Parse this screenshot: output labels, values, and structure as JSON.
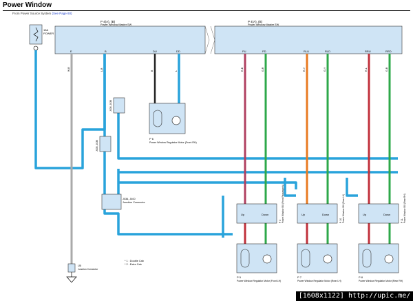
{
  "header": {
    "title": "Power Window",
    "source_note": "From Power Source System",
    "source_link": "(See Page 60)"
  },
  "fuse": {
    "rating": "15A",
    "name": "POWER"
  },
  "master_switch": {
    "left_code": "P 4(A), (B)",
    "left_name": "Power Window Master SW",
    "right_code": "P 4(A), (B)",
    "right_name": "Power Window Master SW",
    "pins": [
      "E",
      "B",
      "DU",
      "DD",
      "PU",
      "PD",
      "RLU",
      "RLD",
      "RRU",
      "RRD"
    ]
  },
  "wire_colors": [
    "W-B",
    "L-B",
    "B",
    "L",
    "R-B",
    "G-R",
    "R-Y",
    "G-Y",
    "R-L",
    "G-B"
  ],
  "splices": {
    "a": "J036, J038",
    "b": "J035, J036",
    "c": "J036, J400",
    "c_name": "Junction Connector"
  },
  "motors": {
    "front_rh": {
      "code": "P 6",
      "name": "Power Window Regulator Motor (Front RH)"
    },
    "front_lh": {
      "code": "P 5",
      "name": "Power Window Regulator Motor (Front LH)"
    },
    "rear_lh": {
      "code": "P 7",
      "name": "Power Window Regulator Motor (Rear LH)"
    },
    "rear_rh": {
      "code": "P 8",
      "name": "Power Window Regulator Motor (Rear RH)"
    }
  },
  "switches": {
    "front": {
      "code": "P 3",
      "name": "Power Window SW (Front Passenger's)"
    },
    "rear_lh": {
      "code": "P 10",
      "name": "Power Window SW (Rear LH)"
    },
    "rear_rh": {
      "code": "P 11",
      "name": "Power Window SW (Rear RH)"
    },
    "up": "Up",
    "down": "Down"
  },
  "ground": {
    "code": "IJ5",
    "name": "Junction Connector"
  },
  "legend": {
    "line1": "* 1 : Double Cab",
    "line2": "* 2 : Extra Cab"
  },
  "watermark": "[1608x1122] http://upic.me/",
  "colors": {
    "blue_wire": "#29a3db",
    "box_fill": "#cfe4f5",
    "red": "#c0303a",
    "green": "#2ea84a",
    "orange": "#e87a20"
  }
}
